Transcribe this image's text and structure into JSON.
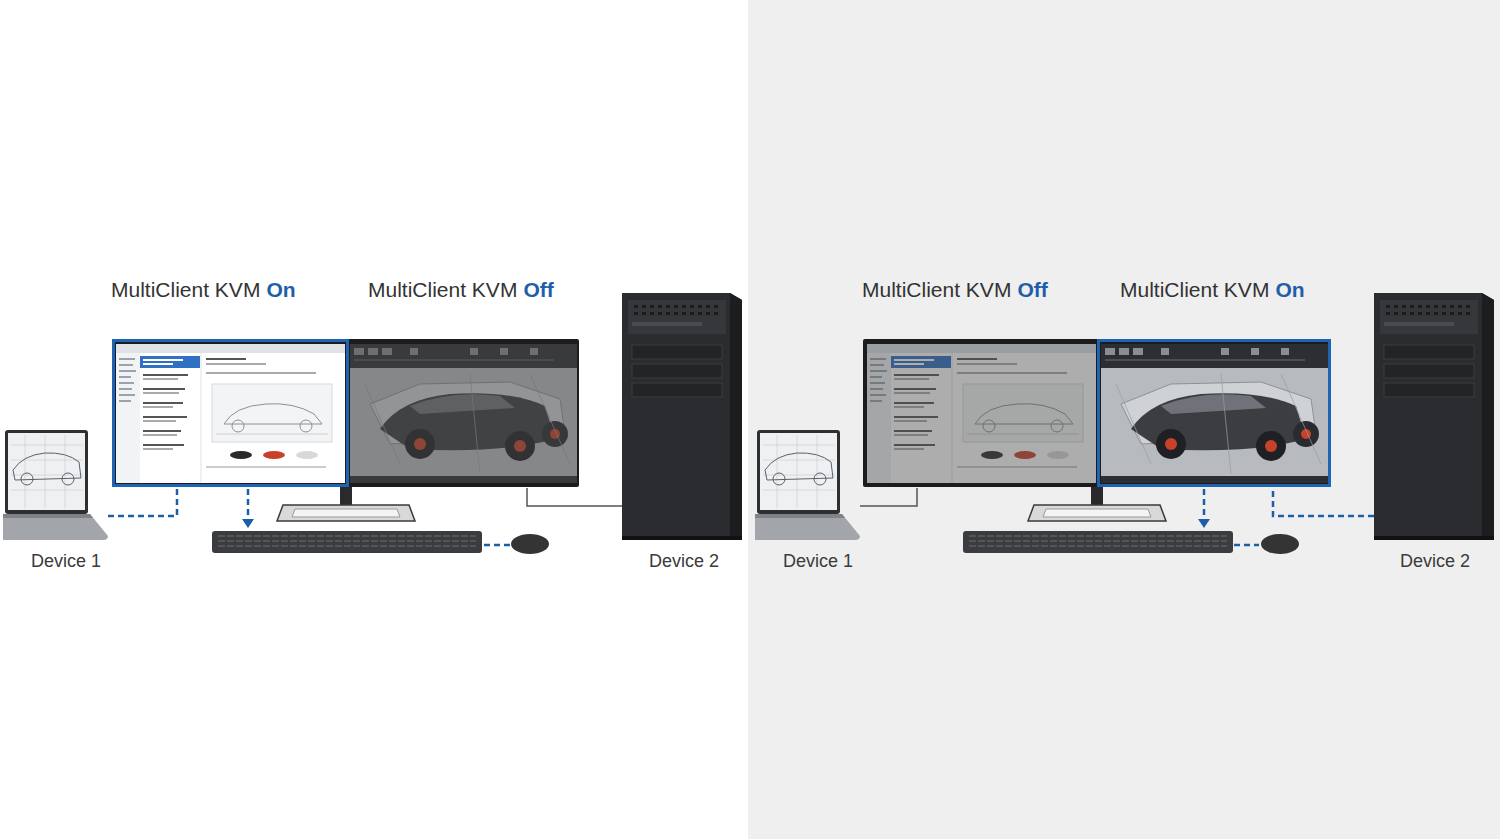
{
  "diagram": {
    "labels": [
      "MultiClient KVM",
      "On",
      "MultiClient KVM",
      "Off",
      "Device 1",
      "Device 2",
      "MultiClient KVM",
      "Off",
      "MultiClient KVM",
      "On",
      "Device 1",
      "Device 2"
    ]
  }
}
